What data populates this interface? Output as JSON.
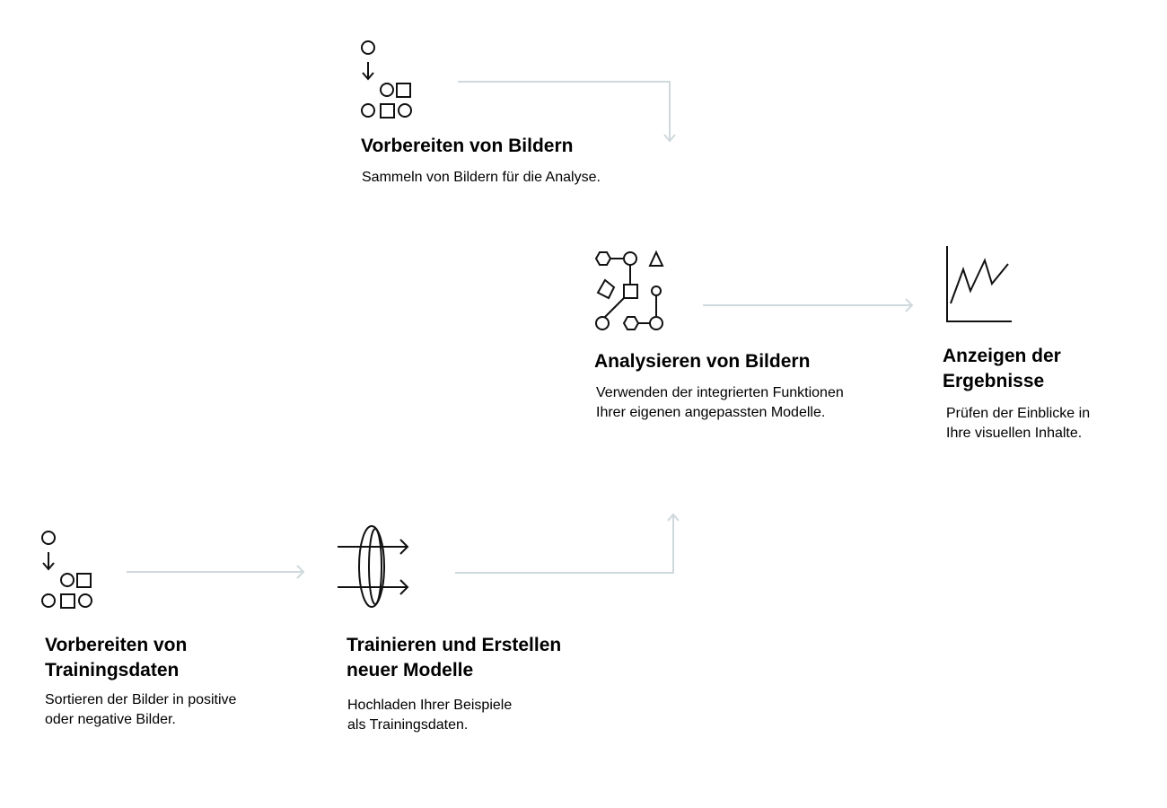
{
  "steps": {
    "prepare_images": {
      "title": "Vorbereiten von Bildern",
      "description": "Sammeln von Bildern für die Analyse."
    },
    "analyze_images": {
      "title": "Analysieren von Bildern",
      "description": "Verwenden der integrierten Funktionen\nIhrer eigenen angepassten Modelle."
    },
    "view_results": {
      "title": "Anzeigen der\nErgebnisse",
      "description": "Prüfen der Einblicke in\nIhre visuellen Inhalte."
    },
    "prepare_training": {
      "title": "Vorbereiten von\nTrainingsdaten",
      "description": "Sortieren der Bilder in positive\noder negative Bilder."
    },
    "train_models": {
      "title": "Trainieren und Erstellen\nneuer Modelle",
      "description": "Hochladen Ihrer Beispiele\nals Trainingsdaten."
    }
  },
  "colors": {
    "connector": "#cfd8dc",
    "icon": "#111111"
  }
}
